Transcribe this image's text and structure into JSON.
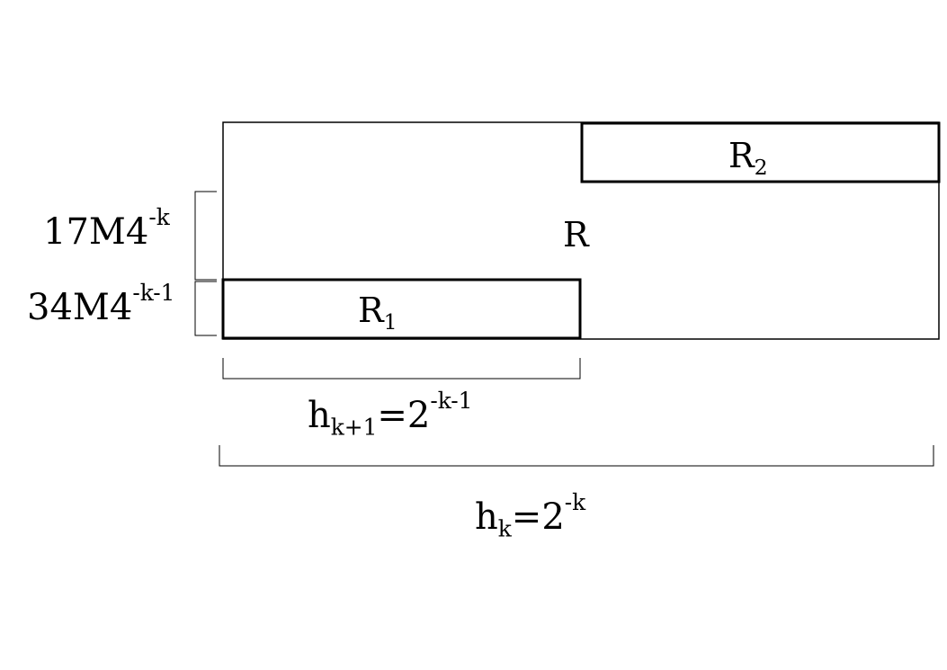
{
  "labels": {
    "region_r": "R",
    "region_r1_base": "R",
    "region_r1_sub": "1",
    "region_r2_base": "R",
    "region_r2_sub": "2",
    "height_upper_base": "17M4",
    "height_upper_sup": "-k",
    "height_lower_base": "34M4",
    "height_lower_sup": "-k-1",
    "width_half_base": "h",
    "width_half_sub": "k+1",
    "width_half_eq": "=2",
    "width_half_sup": "-k-1",
    "width_full_base": "h",
    "width_full_sub": "k",
    "width_full_eq": "=2",
    "width_full_sup": "-k"
  }
}
